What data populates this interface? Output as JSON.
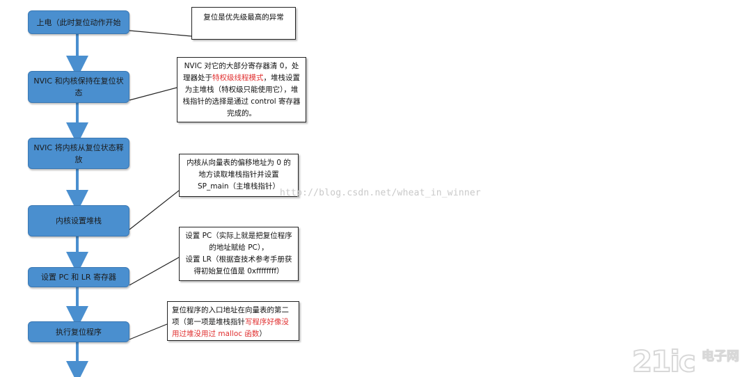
{
  "steps": [
    {
      "label": "上电（此时复位动作开始"
    },
    {
      "label": "NVIC 和内核保持在复位状态"
    },
    {
      "label": "NVIC 将内核从复位状态释放"
    },
    {
      "label": "内核设置堆栈"
    },
    {
      "label": "设置 PC 和 LR 寄存器"
    },
    {
      "label": "执行复位程序"
    }
  ],
  "notes": [
    {
      "text": "复位是优先级最高的异常"
    },
    {
      "pre": "NVIC 对它的大部分寄存器清 0，处理器处于",
      "highlight": "特权级线程模式",
      "post": "，堆栈设置为主堆栈（特权级只能使用它），堆栈指针的选择是通过 control 寄存器完成的。"
    },
    {
      "text": "内核从向量表的偏移地址为 0 的地方读取堆栈指针并设置 SP_main（主堆栈指针）"
    },
    {
      "line1": "设置 PC（实际上就是把复位程序的地址赋给 PC），",
      "line2": "设置 LR（根据查技术参考手册获得初始复位值是 0xffffffff）"
    },
    {
      "pre": "复位程序的入口地址在向量表的第二项（第一项是堆栈指针",
      "highlight": "写程序好像没用过堆没用过 malloc 函数",
      "post": "）"
    }
  ],
  "watermark": "http://blog.csdn.net/wheat_in_winner",
  "logo": {
    "brand": "21ic",
    "cn": "电子网"
  },
  "colors": {
    "step_fill": "#4a8fcf",
    "arrow": "#4a8fcf",
    "highlight": "#e03030"
  }
}
